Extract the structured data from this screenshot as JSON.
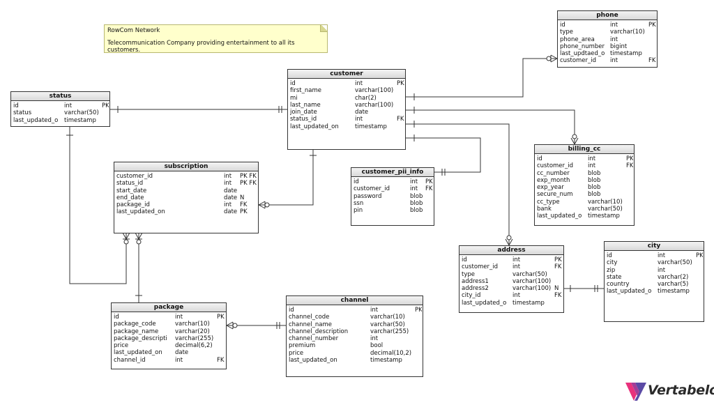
{
  "note": {
    "title": "RowCom Network",
    "text": "Telecommunication Company providing entertainment to all its customers."
  },
  "tables": {
    "status": {
      "name": "status",
      "columns": [
        {
          "name": "id",
          "type": "int",
          "key": "PK"
        },
        {
          "name": "status",
          "type": "varchar(50)",
          "key": ""
        },
        {
          "name": "last_updated_o",
          "type": "timestamp",
          "key": ""
        }
      ]
    },
    "customer": {
      "name": "customer",
      "columns": [
        {
          "name": "id",
          "type": "int",
          "key": "PK"
        },
        {
          "name": "first_name",
          "type": "varchar(100)",
          "key": ""
        },
        {
          "name": "mi",
          "type": "char(2)",
          "key": ""
        },
        {
          "name": "last_name",
          "type": "varchar(100)",
          "key": ""
        },
        {
          "name": "join_date",
          "type": "date",
          "key": ""
        },
        {
          "name": "status_id",
          "type": "int",
          "key": "FK"
        },
        {
          "name": "last_updated_on",
          "type": "timestamp",
          "key": ""
        }
      ]
    },
    "phone": {
      "name": "phone",
      "columns": [
        {
          "name": "id",
          "type": "int",
          "key": "PK"
        },
        {
          "name": "type",
          "type": "varchar(10)",
          "key": ""
        },
        {
          "name": "phone_area",
          "type": "int",
          "key": ""
        },
        {
          "name": "phone_number",
          "type": "bigint",
          "key": ""
        },
        {
          "name": "last_updtaed_o",
          "type": "timestamp",
          "key": ""
        },
        {
          "name": "customer_id",
          "type": "int",
          "key": "FK"
        }
      ]
    },
    "subscription": {
      "name": "subscription",
      "columns": [
        {
          "name": "customer_id",
          "type": "int",
          "key": "PK FK"
        },
        {
          "name": "status_id",
          "type": "int",
          "key": "PK FK"
        },
        {
          "name": "start_date",
          "type": "date",
          "key": ""
        },
        {
          "name": "end_date",
          "type": "date",
          "key": "N"
        },
        {
          "name": "package_id",
          "type": "int",
          "key": "FK"
        },
        {
          "name": "last_updated_on",
          "type": "date",
          "key": "PK"
        }
      ]
    },
    "customer_pii_info": {
      "name": "customer_pii_info",
      "columns": [
        {
          "name": "id",
          "type": "int",
          "key": "PK"
        },
        {
          "name": "customer_id",
          "type": "int",
          "key": "FK"
        },
        {
          "name": "password",
          "type": "blob",
          "key": ""
        },
        {
          "name": "ssn",
          "type": "blob",
          "key": ""
        },
        {
          "name": "pin",
          "type": "blob",
          "key": ""
        }
      ]
    },
    "billing_cc": {
      "name": "billing_cc",
      "columns": [
        {
          "name": "id",
          "type": "int",
          "key": "PK"
        },
        {
          "name": "customer_id",
          "type": "int",
          "key": "FK"
        },
        {
          "name": "cc_number",
          "type": "blob",
          "key": ""
        },
        {
          "name": "exp_month",
          "type": "blob",
          "key": ""
        },
        {
          "name": "exp_year",
          "type": "blob",
          "key": ""
        },
        {
          "name": "secure_num",
          "type": "blob",
          "key": ""
        },
        {
          "name": "cc_type",
          "type": "varchar(10)",
          "key": ""
        },
        {
          "name": "bank",
          "type": "varchar(50)",
          "key": ""
        },
        {
          "name": "last_updated_o",
          "type": "timestamp",
          "key": ""
        }
      ]
    },
    "address": {
      "name": "address",
      "columns": [
        {
          "name": "id",
          "type": "int",
          "key": "PK"
        },
        {
          "name": "customer_id",
          "type": "int",
          "key": "FK"
        },
        {
          "name": "type",
          "type": "varchar(50)",
          "key": ""
        },
        {
          "name": "address1",
          "type": "varchar(100)",
          "key": ""
        },
        {
          "name": "address2",
          "type": "varchar(100)",
          "key": "N"
        },
        {
          "name": "city_id",
          "type": "int",
          "key": "FK"
        },
        {
          "name": "last_updated_o",
          "type": "timestamp",
          "key": ""
        }
      ]
    },
    "city": {
      "name": "city",
      "columns": [
        {
          "name": "id",
          "type": "int",
          "key": "PK"
        },
        {
          "name": "city",
          "type": "varchar(50)",
          "key": ""
        },
        {
          "name": "zip",
          "type": "int",
          "key": ""
        },
        {
          "name": "state",
          "type": "varchar(2)",
          "key": ""
        },
        {
          "name": "country",
          "type": "varchar(5)",
          "key": ""
        },
        {
          "name": "last_updated_o",
          "type": "timestamp",
          "key": ""
        }
      ]
    },
    "package": {
      "name": "package",
      "columns": [
        {
          "name": "id",
          "type": "int",
          "key": "PK"
        },
        {
          "name": "package_code",
          "type": "varchar(10)",
          "key": ""
        },
        {
          "name": "package_name",
          "type": "varchar(20)",
          "key": ""
        },
        {
          "name": "package_descripti",
          "type": "varchar(255)",
          "key": ""
        },
        {
          "name": "price",
          "type": "decimal(6,2)",
          "key": ""
        },
        {
          "name": "last_updated_on",
          "type": "date",
          "key": ""
        },
        {
          "name": "channel_id",
          "type": "int",
          "key": "FK"
        }
      ]
    },
    "channel": {
      "name": "channel",
      "columns": [
        {
          "name": "id",
          "type": "int",
          "key": "PK"
        },
        {
          "name": "channel_code",
          "type": "varchar(10)",
          "key": ""
        },
        {
          "name": "channel_name",
          "type": "varchar(50)",
          "key": ""
        },
        {
          "name": "channel_description",
          "type": "varchar(255)",
          "key": ""
        },
        {
          "name": "channel_number",
          "type": "int",
          "key": ""
        },
        {
          "name": "premium",
          "type": "bool",
          "key": ""
        },
        {
          "name": "price",
          "type": "decimal(10,2)",
          "key": ""
        },
        {
          "name": "last_updated_on",
          "type": "timestamp",
          "key": ""
        }
      ]
    }
  },
  "brand": {
    "name": "Vertabelo",
    "colors": [
      "#e8327c",
      "#a43d96",
      "#5b4aa5"
    ]
  }
}
